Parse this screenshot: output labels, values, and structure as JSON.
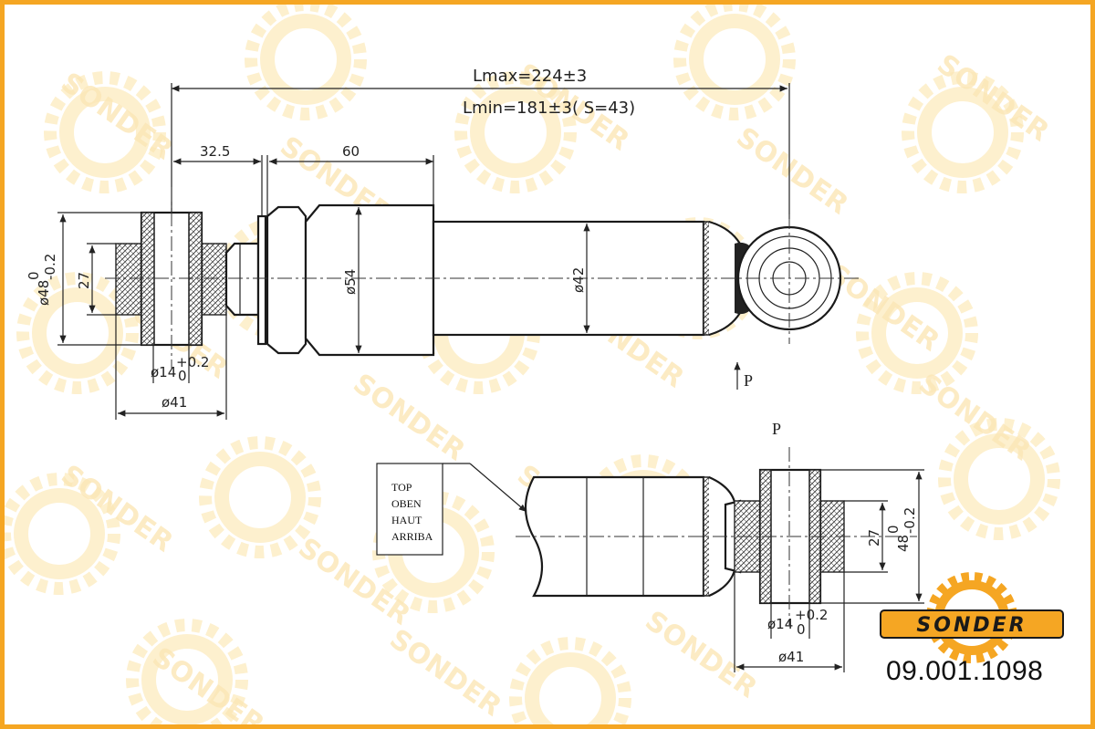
{
  "drawing": {
    "lmax": "Lmax=224±3",
    "lmin": "Lmin=181±3(  S=43)",
    "dim_32_5": "32.5",
    "dim_60": "60",
    "dia_54": "ø54",
    "dia_42": "ø42",
    "left_eye": {
      "dia_48": "ø48",
      "dia_48_tol_upper": "0",
      "dia_48_tol_lower": "-0.2",
      "h_27": "27",
      "dia_14": "ø14",
      "dia_14_tol_upper": "+0.2",
      "dia_14_tol_lower": "0",
      "dia_41": "ø41"
    },
    "view_marker_arrow": "P",
    "view_title": "P",
    "orientation_label": [
      "TOP",
      "OBEN",
      "HAUT",
      "ARRIBA"
    ],
    "detail_eye": {
      "h_27": "27",
      "dia_48": "48",
      "dia_48_tol_upper": "0",
      "dia_48_tol_lower": "-0.2",
      "dia_14": "ø14",
      "dia_14_tol_upper": "+0.2",
      "dia_14_tol_lower": "0",
      "dia_41": "ø41"
    }
  },
  "brand": {
    "logo_text": "SONDER",
    "part_number": "09.001.1098"
  },
  "colors": {
    "frame": "#f5a623",
    "watermark": "#f8d27a",
    "logo_bar": "#f5a623",
    "logo_text": "#1a1a1a"
  }
}
